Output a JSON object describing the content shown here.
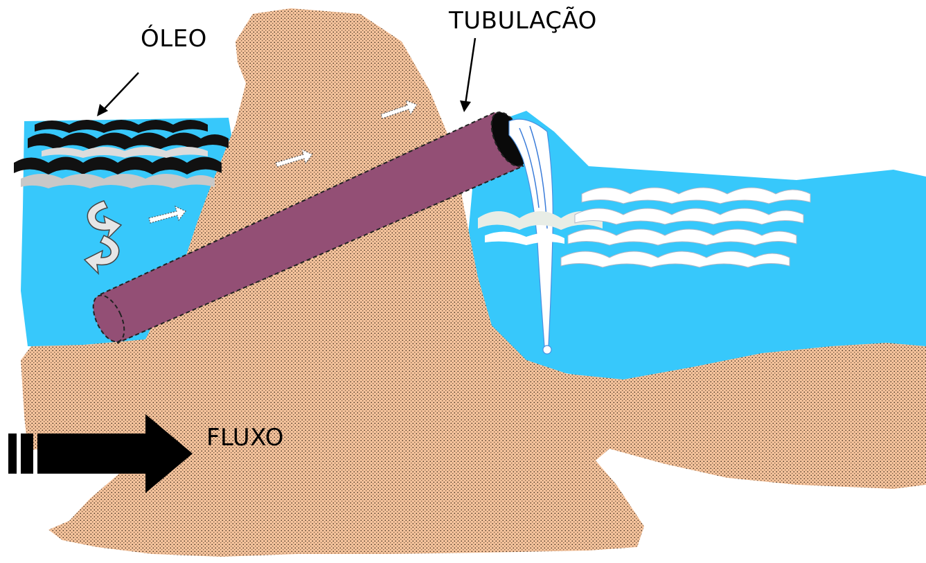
{
  "labels": {
    "oil": "ÓLEO",
    "pipe": "TUBULAÇÃO",
    "flow": "FLUXO"
  },
  "colors": {
    "water": "#37c8fb",
    "sand": "#f6c49d",
    "sand_dots": "#3a2a1c",
    "pipe": "#934f75",
    "oil": "#111111",
    "foam": "#ffffff",
    "arrow": "#000000"
  }
}
